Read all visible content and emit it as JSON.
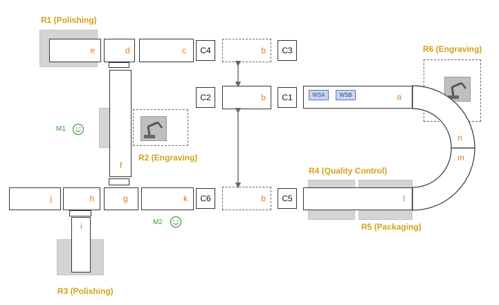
{
  "regions": {
    "r1": "R1 (Polishing)",
    "r2": "R2 (Engraving)",
    "r3": "R3 (Polishing)",
    "r4": "R4 (Quality Control)",
    "r5": "R5 (Packaging)",
    "r6": "R6 (Engraving)"
  },
  "controls": {
    "c1": "C1",
    "c2": "C2",
    "c3": "C3",
    "c4": "C4",
    "c5": "C5",
    "c6": "C6"
  },
  "segments": {
    "a": "a",
    "b_top": "b",
    "b_mid": "b",
    "b_bot": "b",
    "c": "c",
    "d": "d",
    "e": "e",
    "f": "f",
    "g": "g",
    "h": "h",
    "i": "i",
    "j": "j",
    "k": "k",
    "l": "l",
    "m": "m",
    "n": "n"
  },
  "workstations": {
    "wsa": "WSA",
    "wsb": "WSB"
  },
  "monitors": {
    "m1": "M1",
    "m2": "M2"
  },
  "colors": {
    "region_label": "#d4a017",
    "segment_label": "#e07b1e",
    "monitor": "#3a9a3a",
    "station": "#5a78b8"
  }
}
